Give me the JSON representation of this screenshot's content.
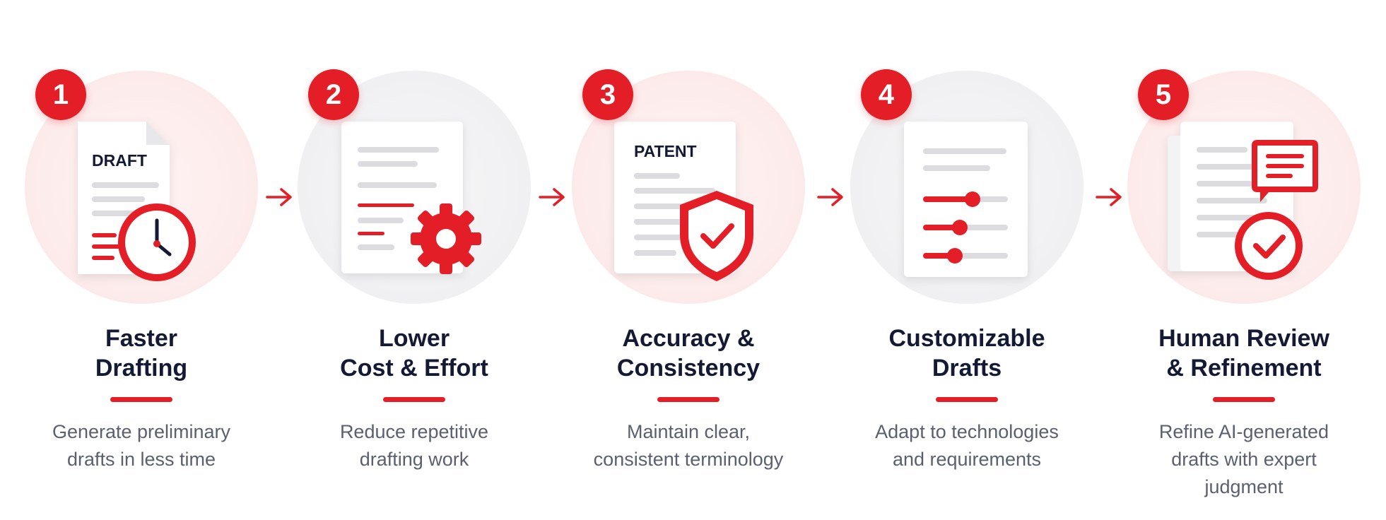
{
  "colors": {
    "accent": "#e41e26",
    "title": "#141a33",
    "text": "#5b6070"
  },
  "steps": [
    {
      "number": "1",
      "doc_label": "DRAFT",
      "icon": "clock-icon",
      "title": [
        "Faster",
        "Drafting"
      ],
      "desc": [
        "Generate preliminary",
        "drafts in less time"
      ]
    },
    {
      "number": "2",
      "doc_label": "",
      "icon": "gear-icon",
      "title": [
        "Lower",
        "Cost & Effort"
      ],
      "desc": [
        "Reduce repetitive",
        "drafting work"
      ]
    },
    {
      "number": "3",
      "doc_label": "PATENT",
      "icon": "shield-check-icon",
      "title": [
        "Accuracy &",
        "Consistency"
      ],
      "desc": [
        "Maintain clear,",
        "consistent terminology"
      ]
    },
    {
      "number": "4",
      "doc_label": "",
      "icon": "sliders-icon",
      "title": [
        "Customizable",
        "Drafts"
      ],
      "desc": [
        "Adapt to technologies",
        "and requirements"
      ]
    },
    {
      "number": "5",
      "doc_label": "",
      "icon": "chat-check-icon",
      "title": [
        "Human Review",
        "& Refinement"
      ],
      "desc": [
        "Refine AI-generated",
        "drafts with expert",
        "judgment"
      ]
    }
  ],
  "arrows": [
    "arrow-right-icon",
    "arrow-right-icon",
    "arrow-right-icon",
    "arrow-right-icon"
  ]
}
